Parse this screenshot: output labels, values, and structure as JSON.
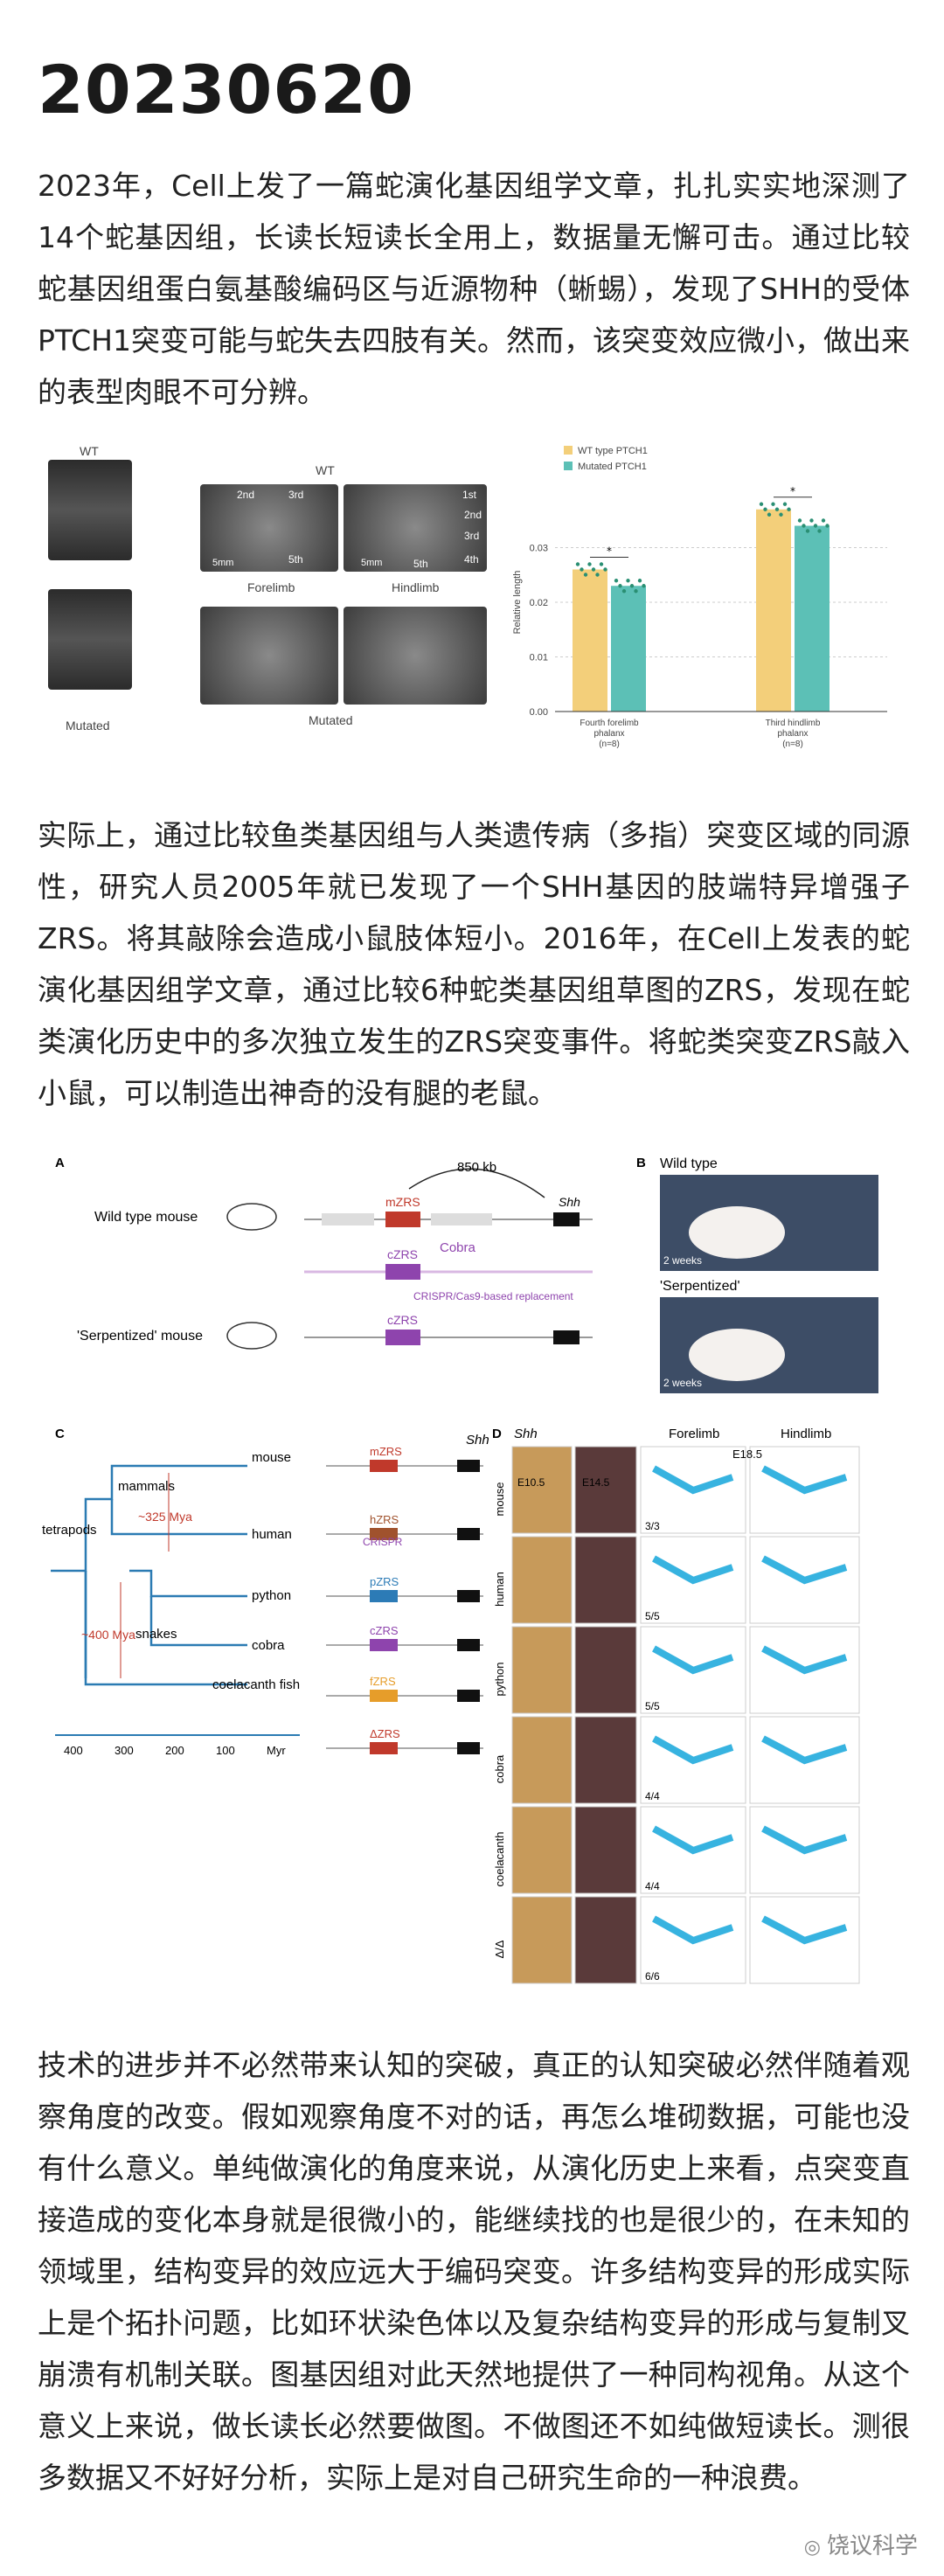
{
  "title": "20230620",
  "paragraphs": [
    "2023年，Cell上发了一篇蛇演化基因组学文章，扎扎实实地深测了14个蛇基因组，长读长短读长全用上，数据量无懈可击。通过比较蛇基因组蛋白氨基酸编码区与近源物种（蜥蜴），发现了SHH的受体PTCH1突变可能与蛇失去四肢有关。然而，该突变效应微小，做出来的表型肉眼不可分辨。",
    "实际上，通过比较鱼类基因组与人类遗传病（多指）突变区域的同源性，研究人员2005年就已发现了一个SHH基因的肢端特异增强子ZRS。将其敲除会造成小鼠肢体短小。2016年，在Cell上发表的蛇演化基因组学文章，通过比较6种蛇类基因组草图的ZRS，发现在蛇类演化历史中的多次独立发生的ZRS突变事件。将蛇类突变ZRS敲入小鼠，可以制造出神奇的没有腿的老鼠。",
    "技术的进步并不必然带来认知的突破，真正的认知突破必然伴随着观察角度的改变。假如观察角度不对的话，再怎么堆砌数据，可能也没有什么意义。单纯做演化的角度来说，从演化历史上来看，点突变直接造成的变化本身就是很微小的，能继续找的也是很少的，在未知的领域里，结构变异的效应远大于编码突变。许多结构变异的形成实际上是个拓扑问题，比如环状染色体以及复杂结构变异的形成与复制叉崩溃有机制关联。图基因组对此天然地提供了一种同构视角。从这个意义上来说，做长读长必然要做图。不做图还不如纯做短读长。测很多数据又不好好分析，实际上是对自己研究生命的一种浪费。"
  ],
  "fig1": {
    "wt": "WT",
    "mutated": "Mutated",
    "digit_labels": [
      "2nd",
      "3rd",
      "5th",
      "1st",
      "2nd",
      "3rd",
      "5th",
      "4th"
    ],
    "scale": "5mm",
    "forelimb": "Forelimb",
    "hindlimb": "Hindlimb",
    "chart_data": {
      "type": "bar",
      "categories": [
        "Fourth forelimb phalanx (n=8)",
        "Third hindlimb phalanx (n=8)"
      ],
      "series": [
        {
          "name": "WT type PTCH1",
          "values": [
            0.026,
            0.037
          ],
          "color": "#f3cf7a"
        },
        {
          "name": "Mutated PTCH1",
          "values": [
            0.023,
            0.034
          ],
          "color": "#5cc0b6"
        }
      ],
      "ylabel": "Relative length",
      "ylim": [
        0,
        0.04
      ],
      "yticks": [
        "0.00",
        "0.01",
        "0.02",
        "0.03"
      ],
      "cat_lines": [
        [
          "Fourth forelimb",
          "phalanx",
          "(n=8)"
        ],
        [
          "Third hindlimb",
          "phalanx",
          "(n=8)"
        ]
      ],
      "legend": "top-left",
      "sig": "*"
    }
  },
  "fig2": {
    "panel_a": "A",
    "panel_b": "B",
    "panel_c": "C",
    "panel_d": "D",
    "kb": "850 kb",
    "shh": "Shh",
    "mzrs": "mZRS",
    "czrs": "cZRS",
    "cobra": "Cobra",
    "crispr": "CRISPR/Cas9-based replacement",
    "wt_mouse": "Wild type mouse",
    "serp_mouse": "'Serpentized' mouse",
    "wild_type": "Wild type",
    "serpentized": "'Serpentized'",
    "two_weeks": "2 weeks",
    "tree": {
      "tetrapods": "tetrapods",
      "mammals": "mammals",
      "snakes": "snakes",
      "mouse": "mouse",
      "human": "human",
      "python": "python",
      "cobra": "cobra",
      "coelacanth": "coelacanth fish",
      "mya325": "~325 Mya",
      "mya400": "~400 Mya",
      "axis": [
        "400",
        "300",
        "200",
        "100",
        "Myr"
      ]
    },
    "zrs": [
      {
        "label": "mZRS",
        "color": "#c0392b"
      },
      {
        "label": "hZRS",
        "color": "#a0522d"
      },
      {
        "label": "pZRS",
        "color": "#2c7bb6"
      },
      {
        "label": "cZRS",
        "color": "#8e44ad"
      },
      {
        "label": "fZRS",
        "color": "#e69d2a"
      },
      {
        "label": "ΔZRS",
        "color": "#c0392b"
      }
    ],
    "crispr_label": "CRISPR",
    "d_cols": [
      "Shh",
      "Forelimb",
      "Hindlimb"
    ],
    "d_rows": [
      "mouse",
      "human",
      "python",
      "cobra",
      "coelacanth",
      "Δ/Δ"
    ],
    "d_counts": [
      "3/3",
      "5/5",
      "5/5",
      "4/4",
      "4/4",
      "6/6"
    ],
    "e105": "E10.5",
    "e145": "E14.5",
    "e185": "E18.5"
  },
  "footer": "饶议科学"
}
